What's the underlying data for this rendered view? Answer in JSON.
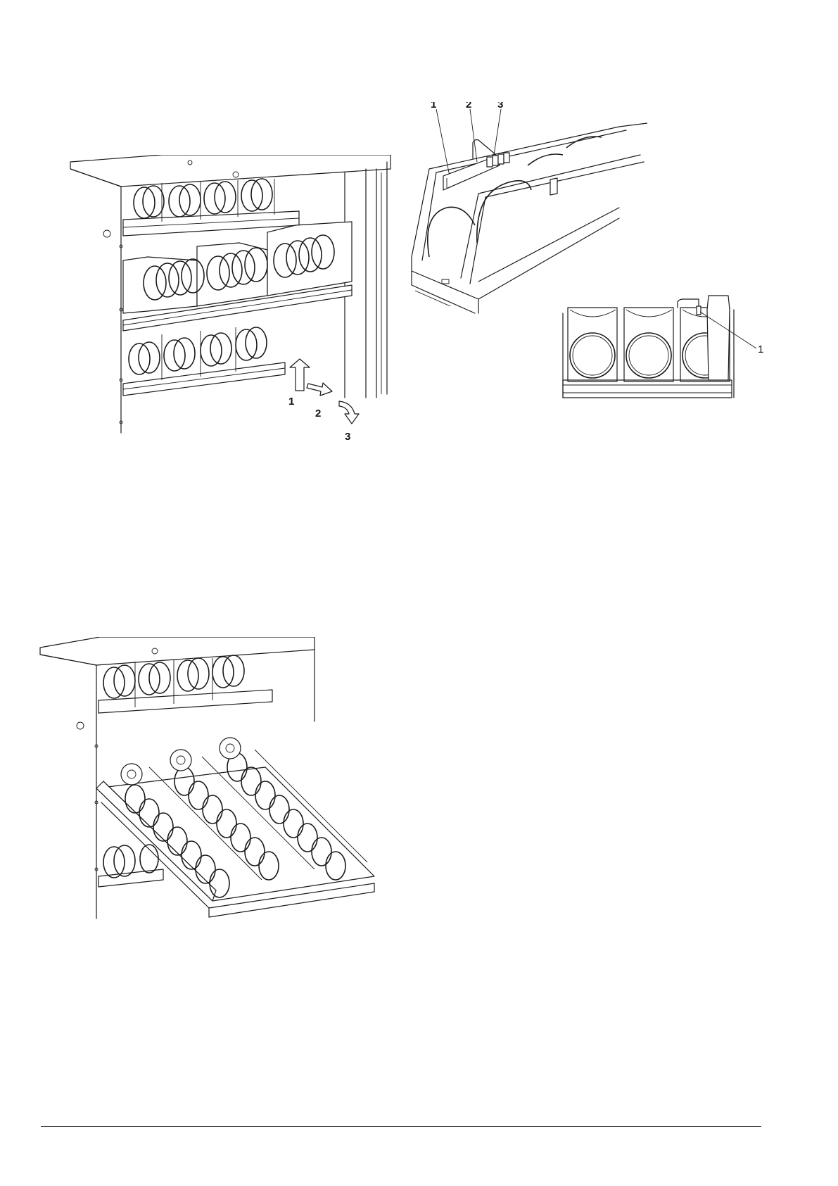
{
  "figure_1": {
    "callouts": [
      "1",
      "2",
      "3"
    ]
  },
  "figure_2": {
    "callouts": [
      "1",
      "2",
      "3"
    ]
  },
  "figure_3": {
    "callouts": [
      "1"
    ]
  }
}
